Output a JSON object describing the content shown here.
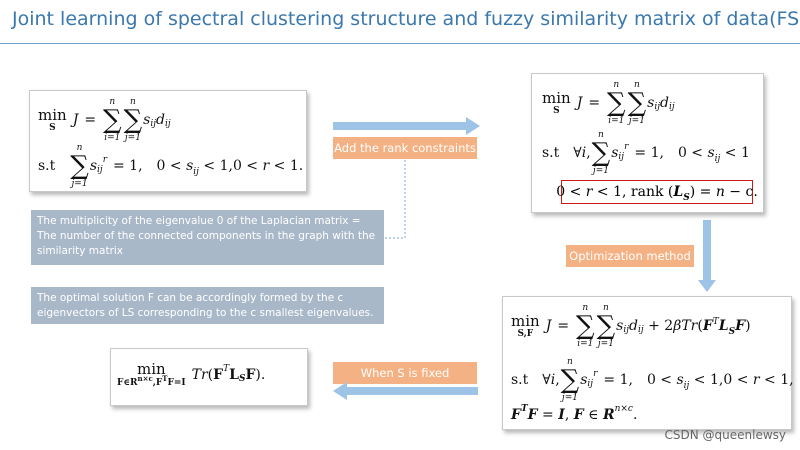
{
  "title": "Joint learning of spectral clustering structure and fuzzy similarity matrix of data(FSCM)",
  "labels": {
    "rank": "Add the rank constraints",
    "optimization": "Optimization method",
    "fixed": "When S is fixed"
  },
  "notes": {
    "laplacian": "The multiplicity of the eigenvalue 0 of the Laplacian matrix = The number of the connected components in the graph with the similarity matrix",
    "optimal": "The optimal solution F can be accordingly formed by the c eigenvectors of LS corresponding to the c smallest eigenvalues."
  },
  "math": {
    "min": "min",
    "st": "s.t",
    "sum_upper": "n",
    "sum_lower_i": "i=1",
    "sum_lower_j": "j=1",
    "var_S": "S",
    "var_SF": "S,F",
    "constraint_tail": "0 < sij < 1, 0 < r < 1.",
    "constraint_short": "0 < sij < 1",
    "rank_constraint": "0 < r < 1, rank(LS) = n − c.",
    "fixed_min_sub": "F∈Rn×c, FᵀF = I"
  },
  "watermark": "CSDN @queenlewsy",
  "colors": {
    "title": "#3a78ad",
    "arrow": "#9dc3e6",
    "tag": "#f4b183",
    "note": "#a9b8c9",
    "highlight": "#d01818"
  }
}
